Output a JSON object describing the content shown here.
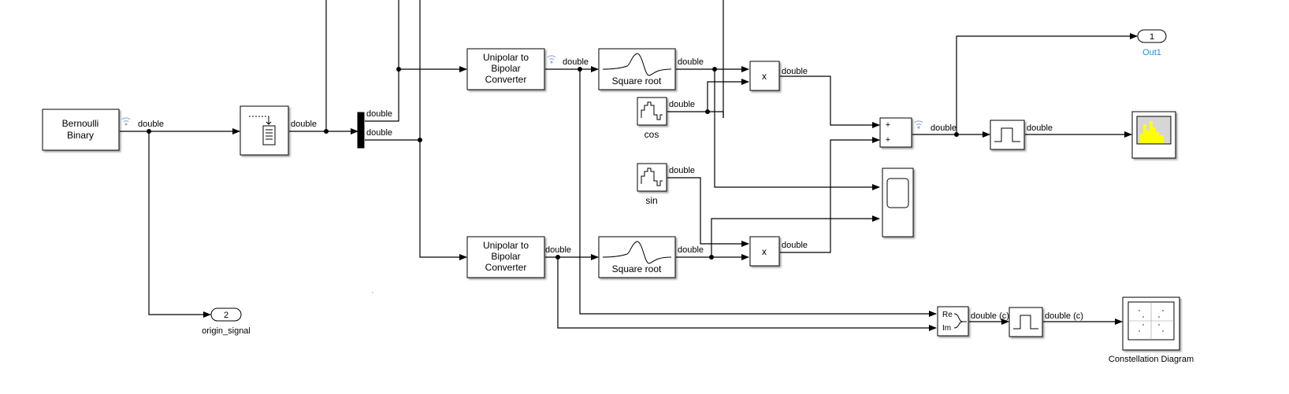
{
  "blocks": {
    "bernoulli": {
      "line1": "Bernoulli",
      "line2": "Binary"
    },
    "u2b_top": {
      "line1": "Unipolar to",
      "line2": "Bipolar",
      "line3": "Converter"
    },
    "u2b_bottom": {
      "line1": "Unipolar to",
      "line2": "Bipolar",
      "line3": "Converter"
    },
    "sqrt_top": {
      "label": "Square root"
    },
    "sqrt_bottom": {
      "label": "Square root"
    },
    "cos": {
      "label": "cos"
    },
    "sin": {
      "label": "sin"
    },
    "mult_top": {
      "label": "x"
    },
    "mult_bottom": {
      "label": "x"
    },
    "sum": {
      "plus1": "+",
      "plus2": "+"
    },
    "ri2c": {
      "re": "Re",
      "im": "Im"
    },
    "out1": {
      "number": "1",
      "name": "Out1"
    },
    "out2": {
      "number": "2",
      "name": "origin_signal"
    },
    "constellation": {
      "name": "Constellation Diagram"
    }
  },
  "signals": {
    "bernoulli_out": "double",
    "buffer_out": "double",
    "demux_out1": "double",
    "demux_out2": "double",
    "u2b_top_out": "double",
    "u2b_bottom_out": "double",
    "sqrt_top_out": "double",
    "sqrt_bottom_out": "double",
    "cos_out": "double",
    "sin_out": "double",
    "mult_top_out": "double",
    "mult_bottom_out": "double",
    "sum_out": "double",
    "zoh_top_out": "double",
    "ri2c_out": "double (c)",
    "zoh_bottom_out": "double (c)"
  },
  "colors": {
    "line": "#000000",
    "port_label": "#1a8fd8",
    "scope_screen": "#ffff00",
    "block_fill": "#ffffff"
  }
}
